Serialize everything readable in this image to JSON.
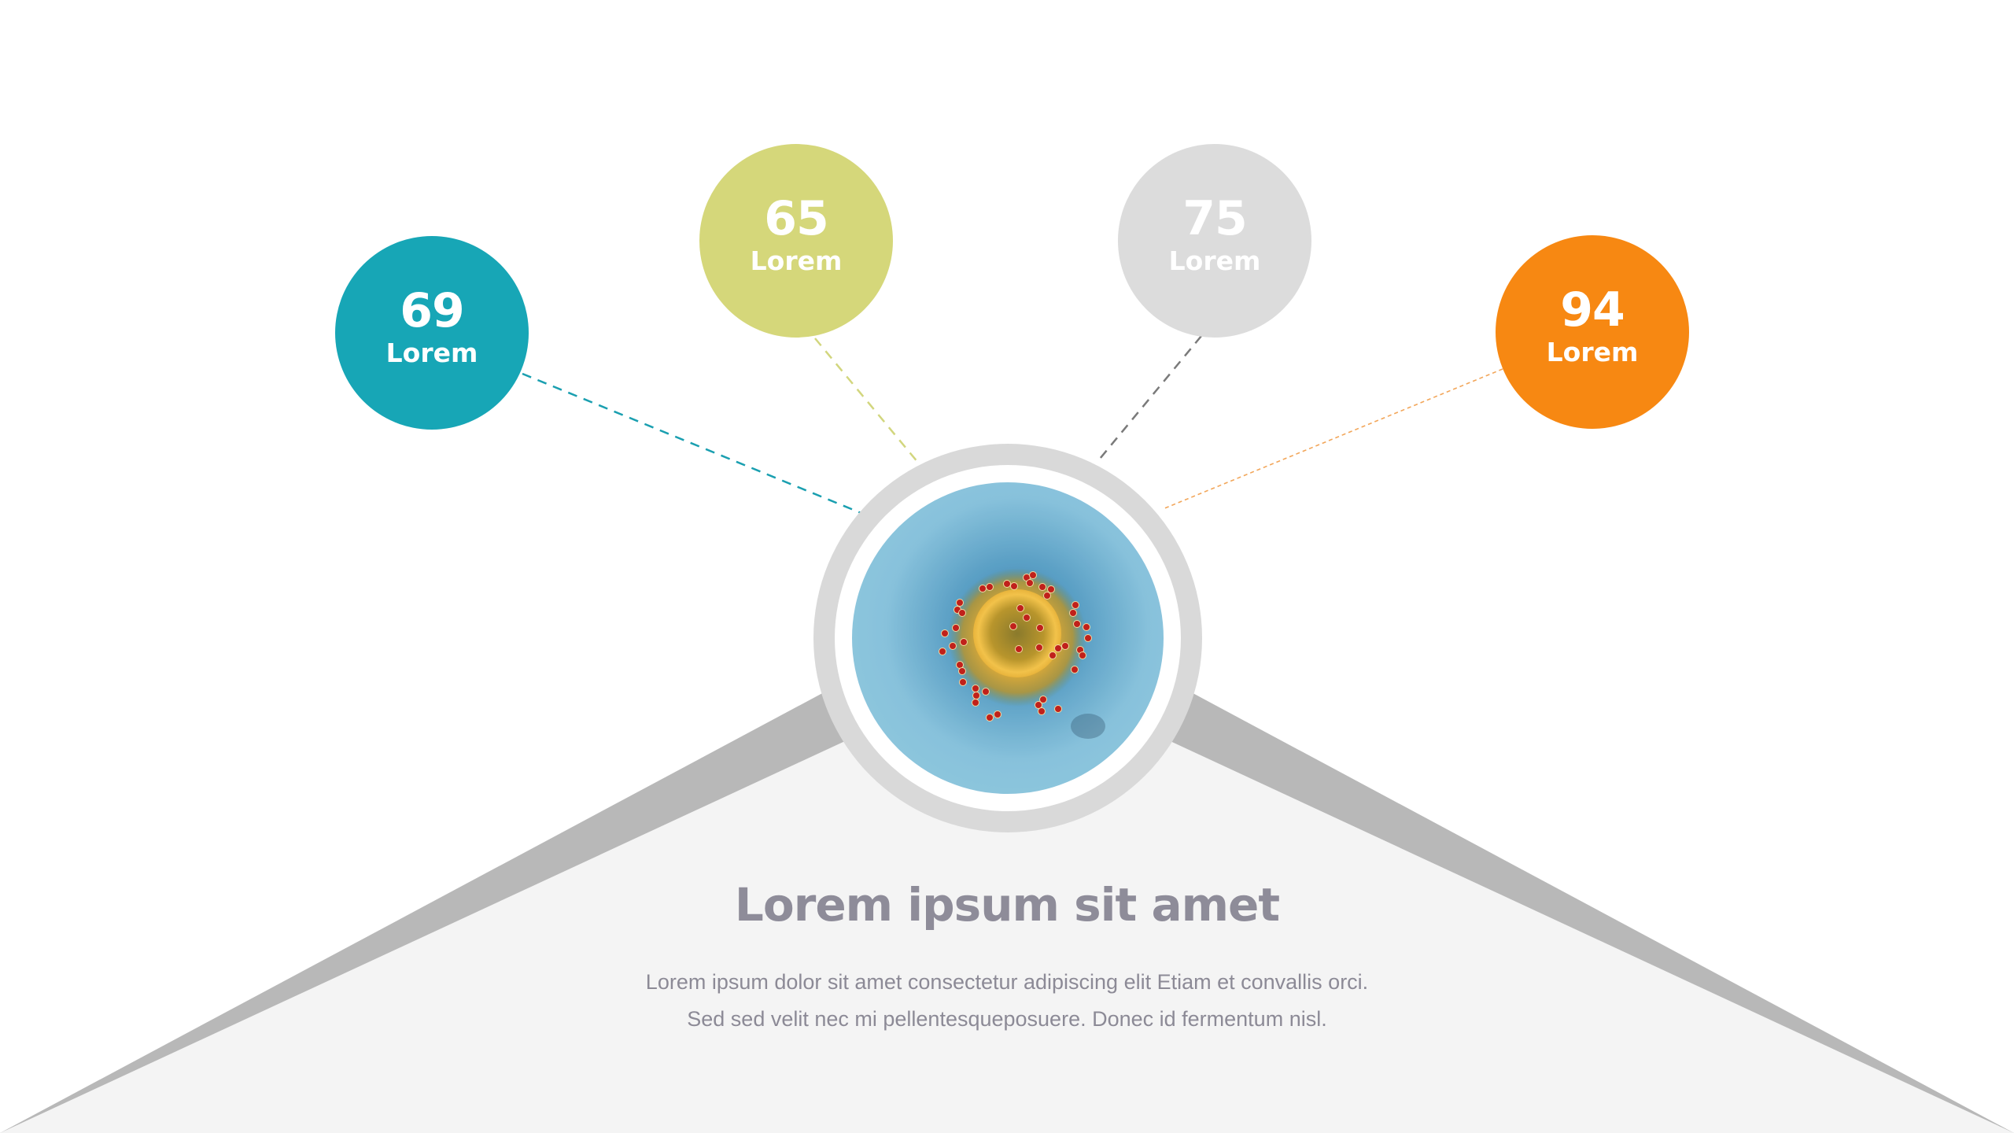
{
  "colors": {
    "background": "#ffffff",
    "base_light": "#f4f4f4",
    "base_shadow": "#b8b8b8",
    "ring": "#d9d9d9",
    "title": "#8e8c99",
    "body": "#8c8a96"
  },
  "stats": [
    {
      "value": "69",
      "label": "Lorem",
      "color": "#17a6b6",
      "line_color": "#1a9fb0"
    },
    {
      "value": "65",
      "label": "Lorem",
      "color": "#d5d77a",
      "line_color": "#d2d67e"
    },
    {
      "value": "75",
      "label": "Lorem",
      "color": "#dcdcdc",
      "line_color": "#7a7a7a"
    },
    {
      "value": "94",
      "label": "Lorem",
      "color": "#f78812",
      "line_color": "#f2a65a"
    }
  ],
  "center_image": {
    "icon": "virus-microscope-image"
  },
  "content": {
    "title": "Lorem ipsum sit amet",
    "body_lines": [
      "Lorem ipsum dolor sit amet consectetur adipiscing elit Etiam et convallis orci.",
      "Sed sed velit nec mi pellentesqueposuere. Donec id fermentum nisl."
    ]
  }
}
